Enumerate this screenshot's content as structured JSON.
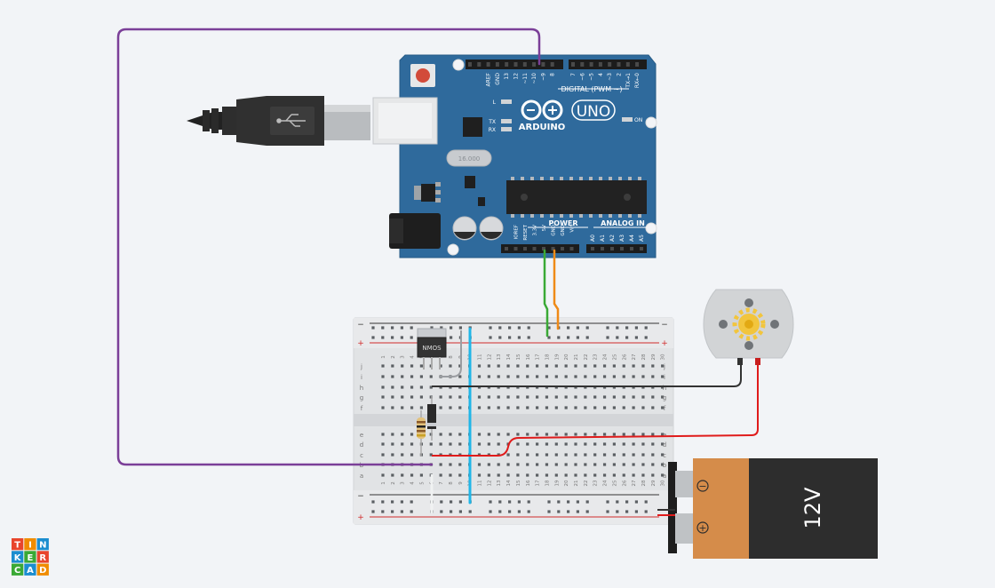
{
  "arduino": {
    "brand": "ARDUINO",
    "model": "UNO",
    "digital_label": "DIGITAL (PWM ~)",
    "power_label": "POWER",
    "analog_label": "ANALOG IN",
    "on_label": "ON",
    "led_l": "L",
    "led_tx": "TX",
    "led_rx": "RX",
    "top_pins": [
      "AREF",
      "GND",
      "13",
      "12",
      "~11",
      "~10",
      "~9",
      "8",
      "7",
      "~6",
      "~5",
      "4",
      "~3",
      "2",
      "TX→1",
      "RX←0"
    ],
    "power_pins": [
      "IOREF",
      "RESET",
      "3.3V",
      "5V",
      "GND",
      "GND",
      "Vin"
    ],
    "analog_pins": [
      "A0",
      "A1",
      "A2",
      "A3",
      "A4",
      "A5"
    ]
  },
  "breadboard": {
    "row_letters_top": [
      "j",
      "i",
      "h",
      "g",
      "f"
    ],
    "row_letters_bottom": [
      "e",
      "d",
      "c",
      "b",
      "a"
    ],
    "column_numbers": [
      "1",
      "2",
      "3",
      "4",
      "5",
      "6",
      "7",
      "8",
      "9",
      "10",
      "11",
      "12",
      "13",
      "14",
      "15",
      "16",
      "17",
      "18",
      "19",
      "20",
      "21",
      "22",
      "23",
      "24",
      "25",
      "26",
      "27",
      "28",
      "29",
      "30"
    ],
    "rail_plus": "+",
    "rail_minus": "−"
  },
  "mosfet_label": "NMOS",
  "crystal_label": "16.000",
  "battery": {
    "voltage": "12V",
    "neg": "−",
    "pos": "+"
  },
  "logo_letters": [
    "T",
    "I",
    "N",
    "K",
    "E",
    "R",
    "C",
    "A",
    "D"
  ],
  "colors": {
    "board_blue": "#2f6a9c",
    "purple_wire": "#7b3f98",
    "green_wire": "#3aa935",
    "orange_wire": "#ef8a17",
    "cyan_wire": "#1fb6e8",
    "red_wire": "#e01b1b",
    "black_wire": "#333333",
    "battery_orange": "#d58c4a"
  }
}
